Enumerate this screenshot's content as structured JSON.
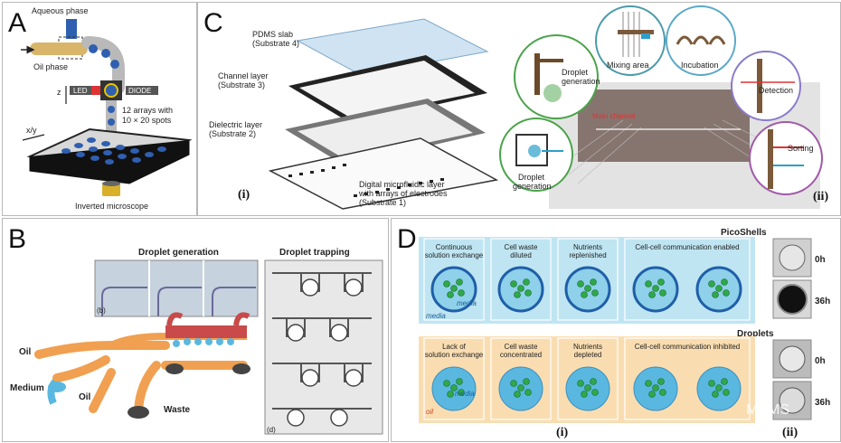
{
  "panel_a": {
    "letter": "A",
    "aqueous": "Aqueous phase",
    "oil": "Oil phase",
    "z": "z",
    "led": "LED",
    "diode": "DIODE",
    "arrays1": "12 arrays with",
    "arrays2": "10 × 20 spots",
    "xy": "x/y",
    "microscope": "Inverted microscope"
  },
  "panel_b": {
    "letter": "B",
    "gen_title": "Droplet generation",
    "trap_title": "Droplet trapping",
    "sub_b": "(b)",
    "sub_d": "(d)",
    "oil1": "Oil",
    "medium": "Medium",
    "oil2": "Oil",
    "waste": "Waste"
  },
  "panel_c": {
    "letter": "C",
    "pdms1": "PDMS slab",
    "pdms2": "(Substrate 4)",
    "chan1": "Channel layer",
    "chan2": "(Substrate 3)",
    "diel1": "Dielectric layer",
    "diel2": "(Substrate 2)",
    "dig1": "Digital microfluidic layer",
    "dig2": "with arrays of electrodes",
    "dig3": "(Substrate 1)",
    "roman_i": "(i)",
    "roman_ii": "(ii)",
    "mixing": "Mixing area",
    "incubation": "Incubation",
    "dropgen1": "Droplet",
    "dropgen2": "generation",
    "main_channel": "Main channel",
    "detection": "Detection",
    "sorting": "Sorting",
    "dropgen3": "Droplet",
    "dropgen4": "generation"
  },
  "panel_d": {
    "letter": "D",
    "picoshells": "PicoShells",
    "droplets": "Droplets",
    "t0_a": "0h",
    "t36_a": "36h",
    "t0_b": "0h",
    "t36_b": "36h",
    "top": [
      {
        "l1": "Continuous",
        "l2": "solution exchange"
      },
      {
        "l1": "Cell waste",
        "l2": "diluted"
      },
      {
        "l1": "Nutrients",
        "l2": "replenished"
      },
      {
        "l1": "Cell-cell communication enabled",
        "l2": ""
      }
    ],
    "bottom": [
      {
        "l1": "Lack of",
        "l2": "solution exchange"
      },
      {
        "l1": "Cell waste",
        "l2": "concentrated"
      },
      {
        "l1": "Nutrients",
        "l2": "depleted"
      },
      {
        "l1": "Cell-cell communication inhibited",
        "l2": ""
      }
    ],
    "media_in": "media",
    "media_out": "media",
    "media_in2": "media",
    "oil": "oil",
    "roman_i": "(i)",
    "roman_ii": "(ii)",
    "watermark": "MEMS"
  },
  "colors": {
    "blue_bg": "#bfe5f2",
    "orange_bg": "#f9ddb1",
    "orange_chip": "#f0a050",
    "red_chip": "#c84a4a",
    "droplet": "#5ab8e0",
    "cell": "#2fa84a"
  }
}
